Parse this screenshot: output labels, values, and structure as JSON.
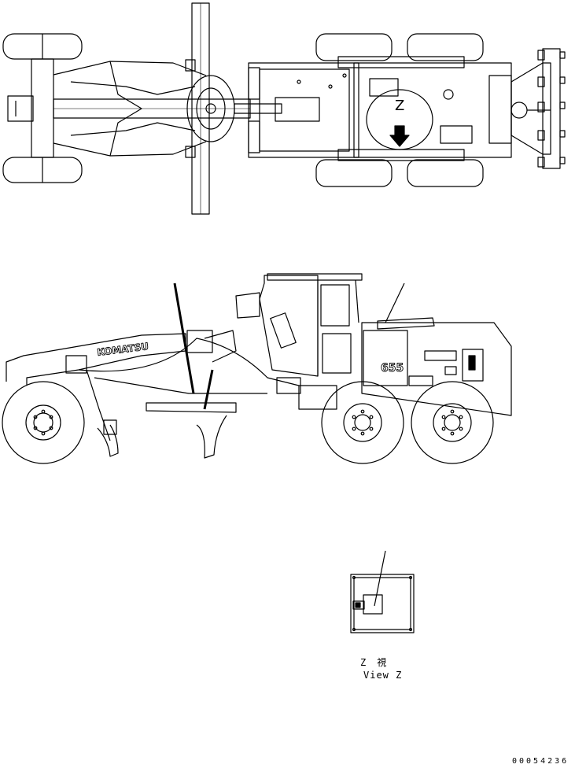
{
  "drawing": {
    "top_view": {
      "marker": "Z"
    },
    "side_view": {
      "brand": "KOMATSU",
      "model": "655"
    },
    "detail": {
      "label_jp": "Z　視",
      "label_en": "View Z"
    },
    "doc_number": "00054236"
  }
}
